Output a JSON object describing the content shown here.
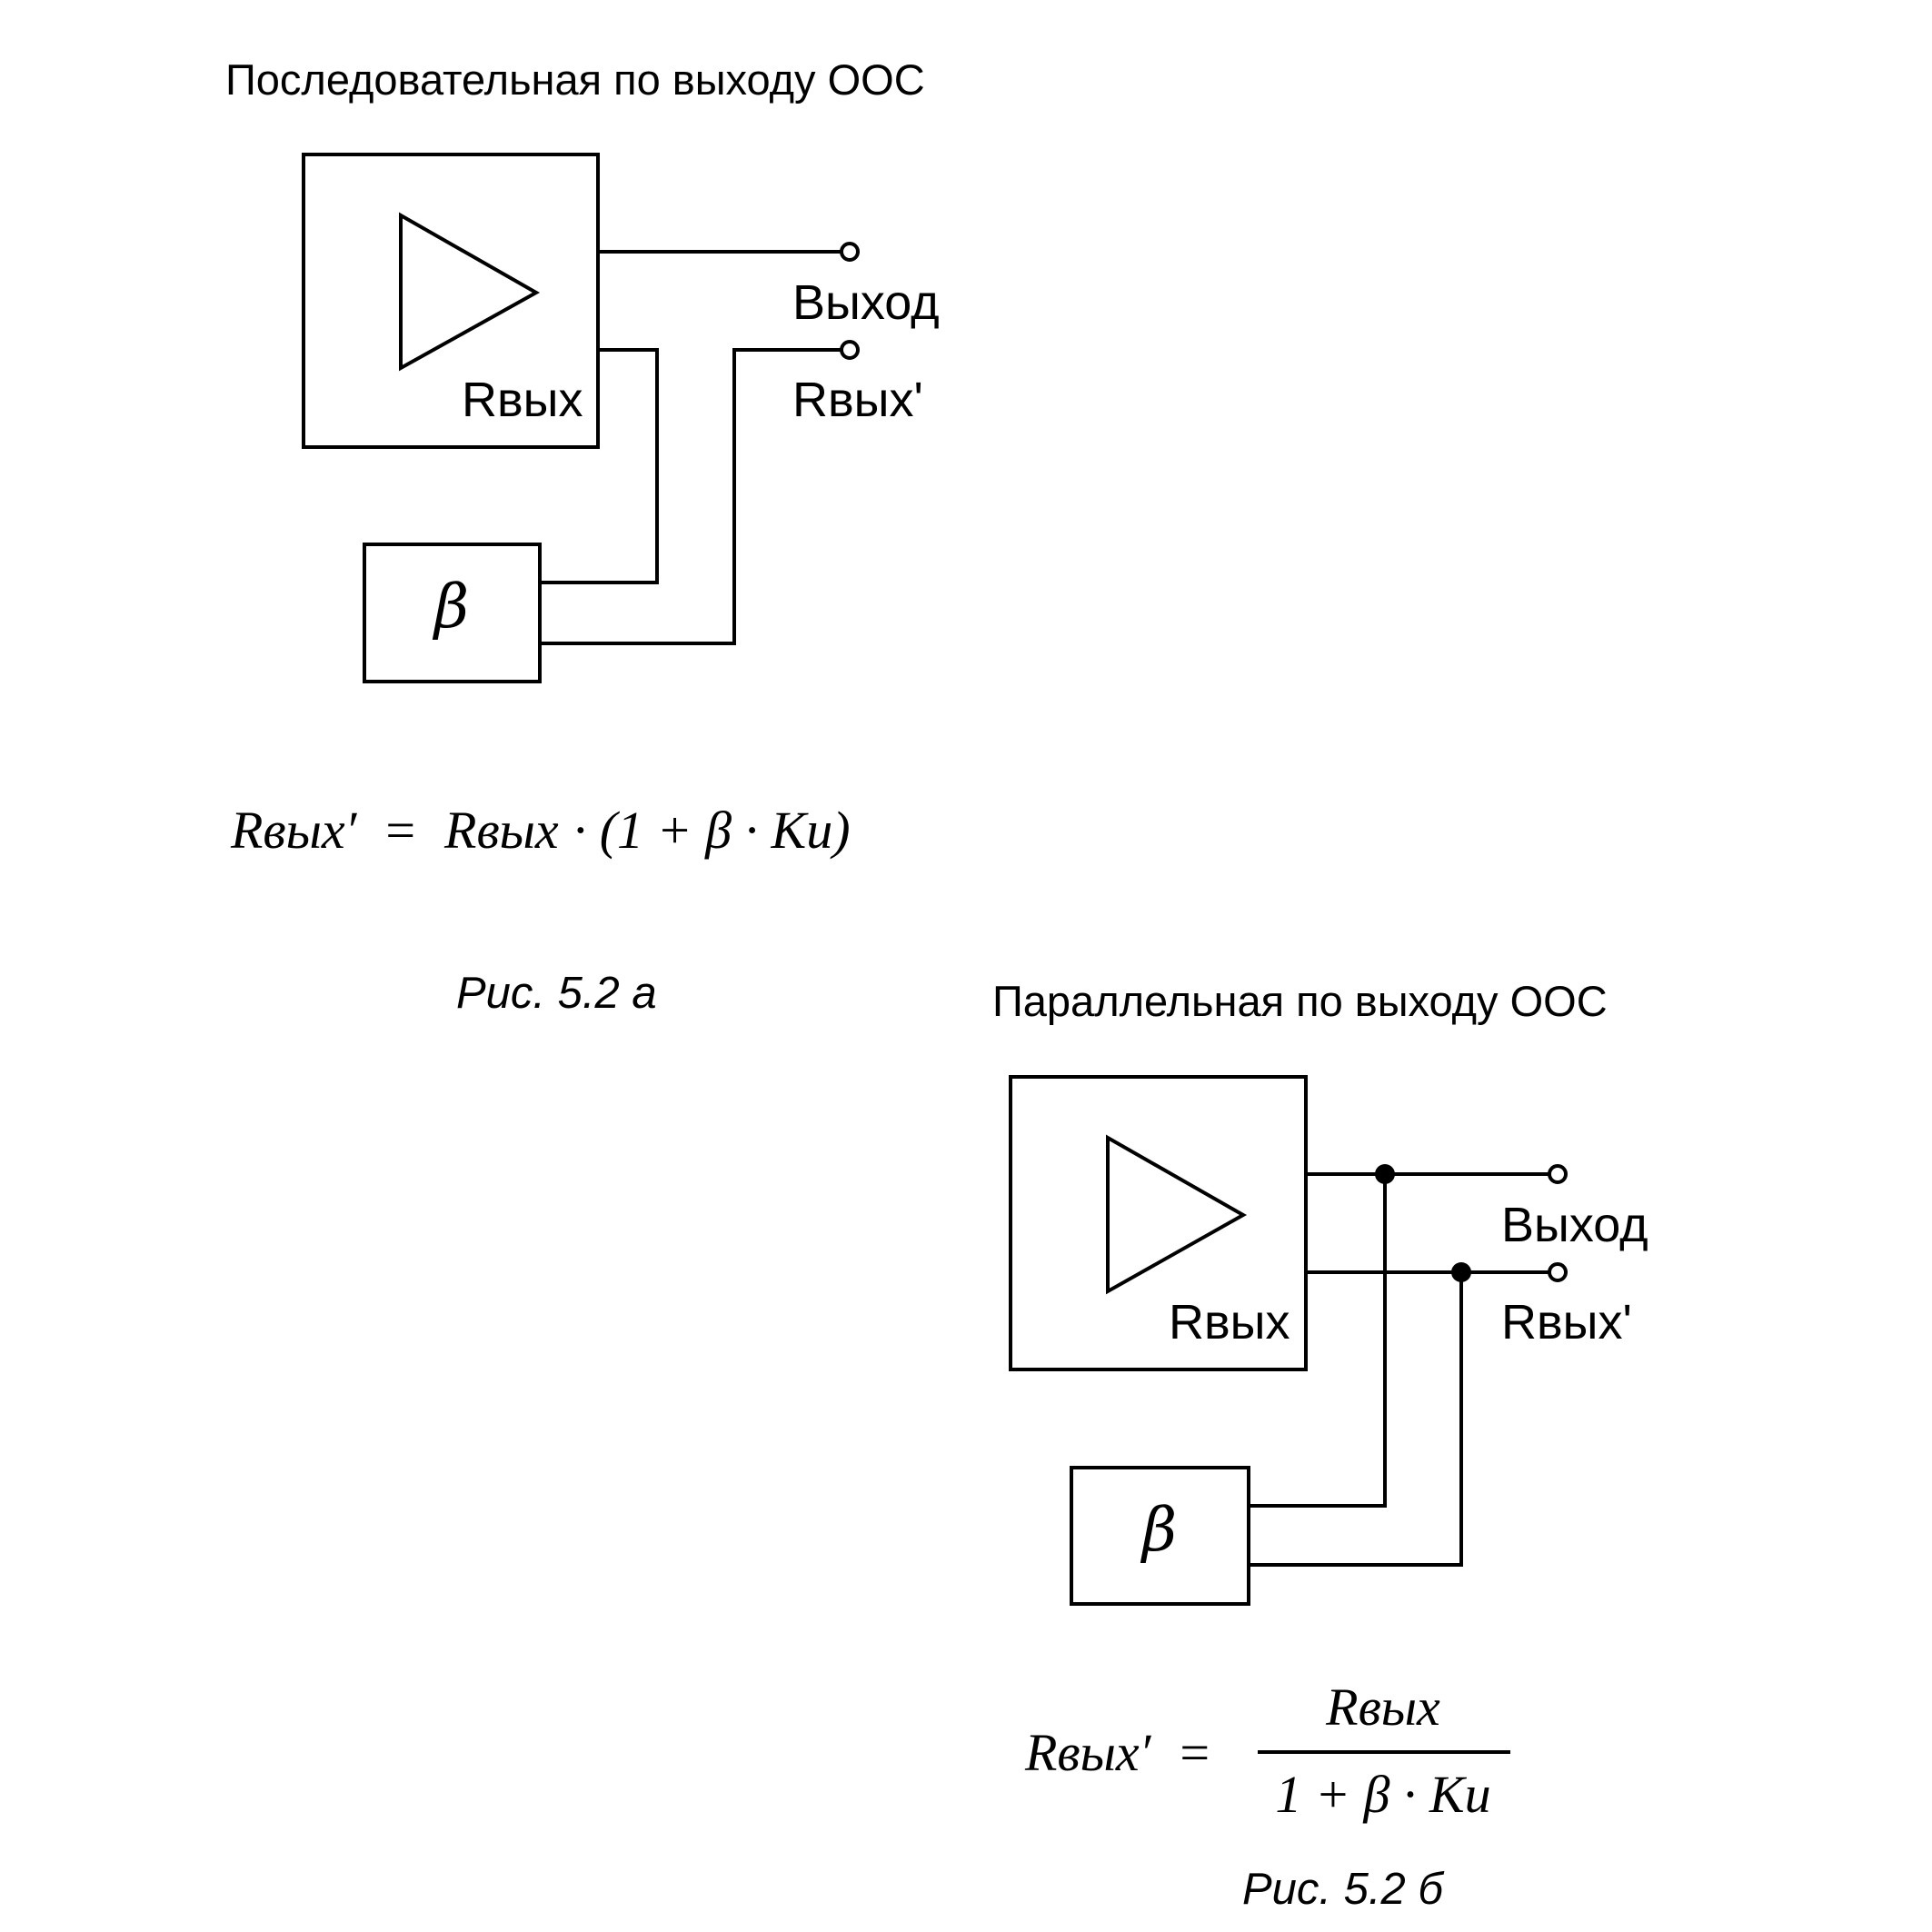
{
  "diagram_a": {
    "title": "Последовательная по выходу ООС",
    "amp_label": "Rвых",
    "output_label": "Выход",
    "output_res_label": "Rвых'",
    "beta_label": "β",
    "formula": {
      "lhs": "Rвых′",
      "eq": "=",
      "rhs_r": "Rвых",
      "rhs_rest": "· (1 + β · Ku)"
    },
    "caption": "Рис. 5.2 а"
  },
  "diagram_b": {
    "title": "Параллельная по выходу ООС",
    "amp_label": "Rвых",
    "output_label": "Выход",
    "output_res_label": "Rвых'",
    "beta_label": "β",
    "formula": {
      "lhs": "Rвых′",
      "eq": "=",
      "numerator": "Rвых",
      "denominator": "1 + β · Ku"
    },
    "caption": "Рис. 5.2 б"
  }
}
